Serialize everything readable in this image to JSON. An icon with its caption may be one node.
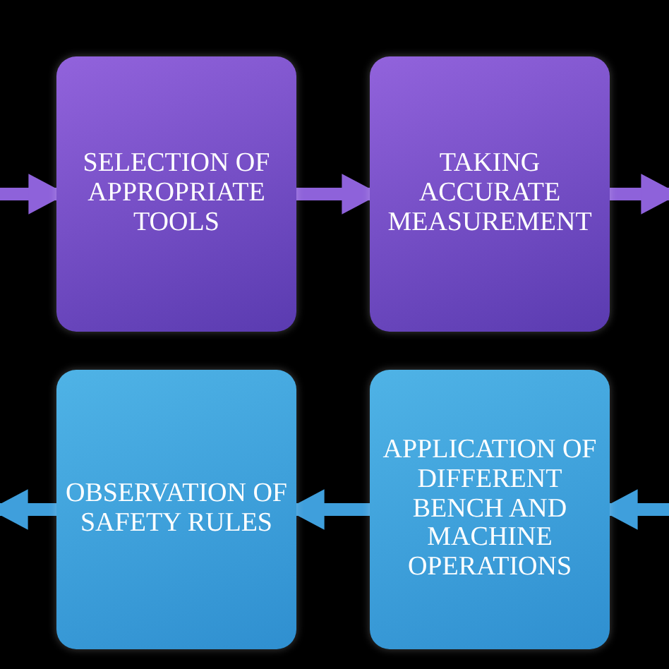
{
  "diagram": {
    "nodes": [
      {
        "text": [
          "SELECTION OF APPROPRIATE TOOLS"
        ]
      },
      {
        "text": [
          "TAKING ACCURATE MEASUREMENT"
        ]
      },
      {
        "text": [
          "OBSERVATION OF SAFETY RULES"
        ]
      },
      {
        "text": [
          "APPLICATION OF DIFFERENT BENCH AND MACHINE OPERATIONS"
        ]
      }
    ],
    "edges": [
      {
        "from": null,
        "to": 0,
        "arrow": "to"
      },
      {
        "from": 0,
        "to": 1,
        "arrow": "to"
      },
      {
        "from": 1,
        "to": null,
        "arrow": "to"
      },
      {
        "from": null,
        "to": 3,
        "arrow": "to"
      },
      {
        "from": 3,
        "to": 2,
        "arrow": "to"
      },
      {
        "from": 2,
        "to": null,
        "arrow": "to"
      }
    ]
  }
}
